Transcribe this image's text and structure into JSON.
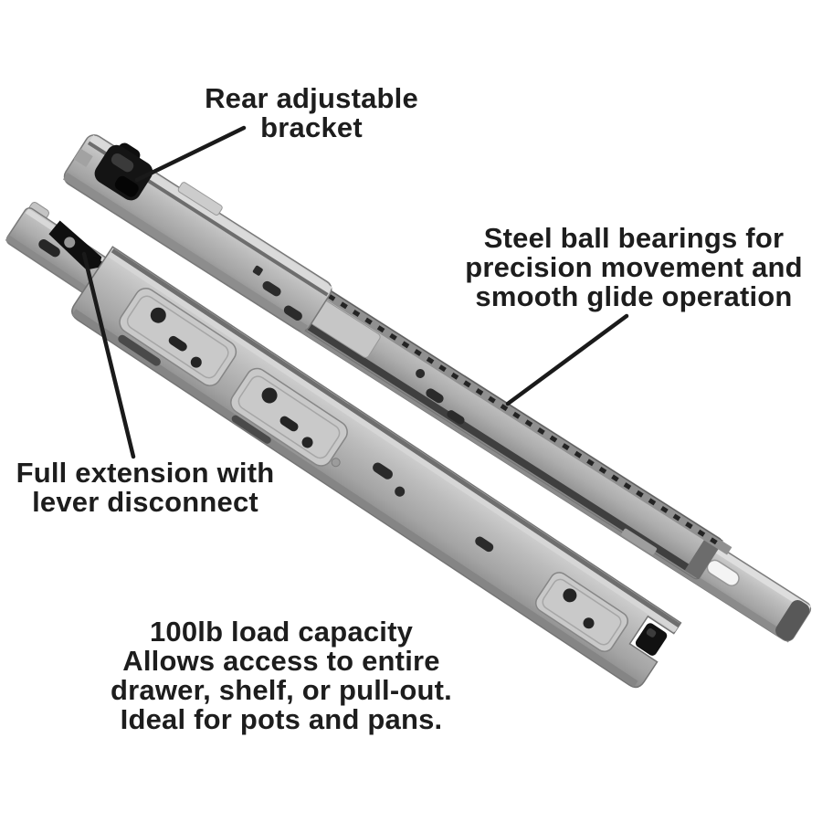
{
  "annotations": {
    "rear_bracket": {
      "lines": [
        "Rear adjustable",
        "bracket"
      ]
    },
    "ball_bearings": {
      "lines": [
        "Steel ball bearings for",
        "precision movement and",
        "smooth glide operation"
      ]
    },
    "full_extension": {
      "lines": [
        "Full extension with",
        "lever disconnect"
      ]
    },
    "load_capacity": {
      "lines": [
        "100lb load capacity",
        "Allows access to entire",
        "drawer, shelf, or pull-out.",
        "Ideal for pots and pans."
      ]
    }
  },
  "colors": {
    "background": "#ffffff",
    "annotation_text": "#1d1d1d",
    "leader_line": "#1a1a1a",
    "metal_light": "#d8d8d8",
    "metal_mid": "#b0b0b0",
    "metal_dark": "#6f6f6f",
    "plastic_black": "#121212"
  }
}
